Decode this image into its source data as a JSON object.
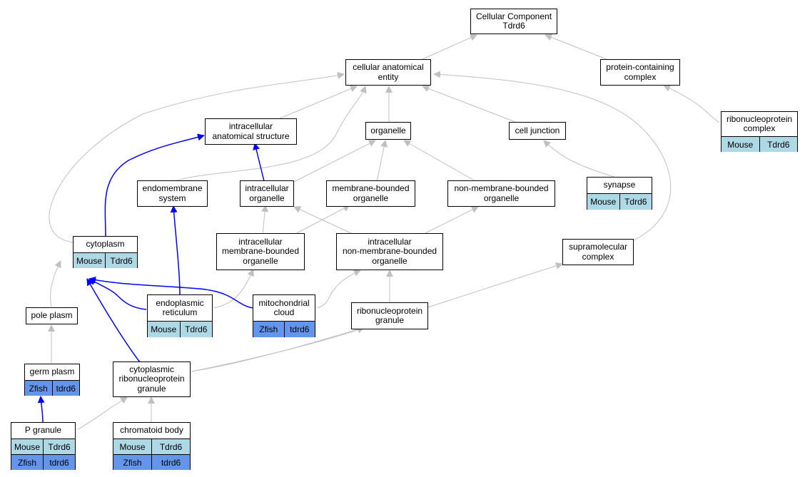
{
  "colors": {
    "grey_edge": "#c0c0c0",
    "blue_edge": "#0000ff",
    "mouse": "#add8e6",
    "zfish": "#6495ed"
  },
  "nodes": {
    "root": {
      "line1": "Cellular Component",
      "line2": "Tdrd6"
    },
    "cellular_anatomical_entity": {
      "line1": "cellular anatomical",
      "line2": "entity"
    },
    "protein_containing_complex": {
      "line1": "protein-containing",
      "line2": "complex"
    },
    "ribonucleoprotein_complex": {
      "line1": "ribonucleoprotein",
      "line2": "complex",
      "rows": [
        [
          "Mouse",
          "Tdrd6"
        ]
      ]
    },
    "intracellular_anatomical_structure": {
      "line1": "intracellular",
      "line2": "anatomical structure"
    },
    "organelle": {
      "line1": "organelle"
    },
    "cell_junction": {
      "line1": "cell junction"
    },
    "synapse": {
      "line1": "synapse",
      "rows": [
        [
          "Mouse",
          "Tdrd6"
        ]
      ]
    },
    "endomembrane_system": {
      "line1": "endomembrane",
      "line2": "system"
    },
    "intracellular_organelle": {
      "line1": "intracellular",
      "line2": "organelle"
    },
    "membrane_bounded_organelle": {
      "line1": "membrane-bounded",
      "line2": "organelle"
    },
    "non_membrane_bounded_organelle": {
      "line1": "non-membrane-bounded",
      "line2": "organelle"
    },
    "cytoplasm": {
      "line1": "cytoplasm",
      "rows": [
        [
          "Mouse",
          "Tdrd6"
        ]
      ]
    },
    "intracellular_membrane_bounded_organelle": {
      "line1": "intracellular",
      "line2": "membrane-bounded",
      "line3": "organelle"
    },
    "intracellular_non_membrane_bounded_organelle": {
      "line1": "intracellular",
      "line2": "non-membrane-bounded",
      "line3": "organelle"
    },
    "supramolecular_complex": {
      "line1": "supramolecular",
      "line2": "complex"
    },
    "pole_plasm": {
      "line1": "pole plasm"
    },
    "endoplasmic_reticulum": {
      "line1": "endoplasmic",
      "line2": "reticulum",
      "rows": [
        [
          "Mouse",
          "Tdrd6"
        ]
      ]
    },
    "mitochondrial_cloud": {
      "line1": "mitochondrial",
      "line2": "cloud",
      "rows": [
        [
          "Zfish",
          "tdrd6"
        ]
      ]
    },
    "ribonucleoprotein_granule": {
      "line1": "ribonucleoprotein",
      "line2": "granule"
    },
    "germ_plasm": {
      "line1": "germ plasm",
      "rows": [
        [
          "Zfish",
          "tdrd6"
        ]
      ]
    },
    "cytoplasmic_ribonucleoprotein_granule": {
      "line1": "cytoplasmic",
      "line2": "ribonucleoprotein",
      "line3": "granule"
    },
    "p_granule": {
      "line1": "P granule",
      "rows": [
        [
          "Mouse",
          "Tdrd6"
        ],
        [
          "Zfish",
          "tdrd6"
        ]
      ]
    },
    "chromatoid_body": {
      "line1": "chromatoid body",
      "rows": [
        [
          "Mouse",
          "Tdrd6"
        ],
        [
          "Zfish",
          "tdrd6"
        ]
      ]
    }
  }
}
